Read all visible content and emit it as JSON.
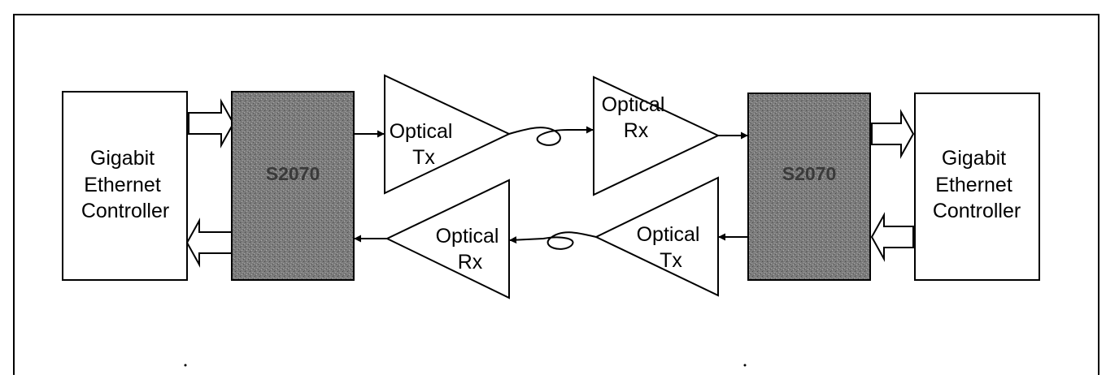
{
  "diagram": {
    "left_controller": {
      "lines": [
        "Gigabit",
        "Ethernet",
        "Controller"
      ]
    },
    "left_chip": {
      "label": "S2070"
    },
    "left_optical_tx": {
      "lines": [
        "Optical",
        "Tx"
      ]
    },
    "left_optical_rx": {
      "lines": [
        "Optical",
        "Rx"
      ]
    },
    "right_optical_rx": {
      "lines": [
        "Optical",
        "Rx"
      ]
    },
    "right_optical_tx": {
      "lines": [
        "Optical",
        "Tx"
      ]
    },
    "right_chip": {
      "label": "S2070"
    },
    "right_controller": {
      "lines": [
        "Gigabit",
        "Ethernet",
        "Controller"
      ]
    },
    "colors": {
      "chip_fill": "#7c7c7c",
      "line": "#000000",
      "background": "#ffffff"
    }
  }
}
